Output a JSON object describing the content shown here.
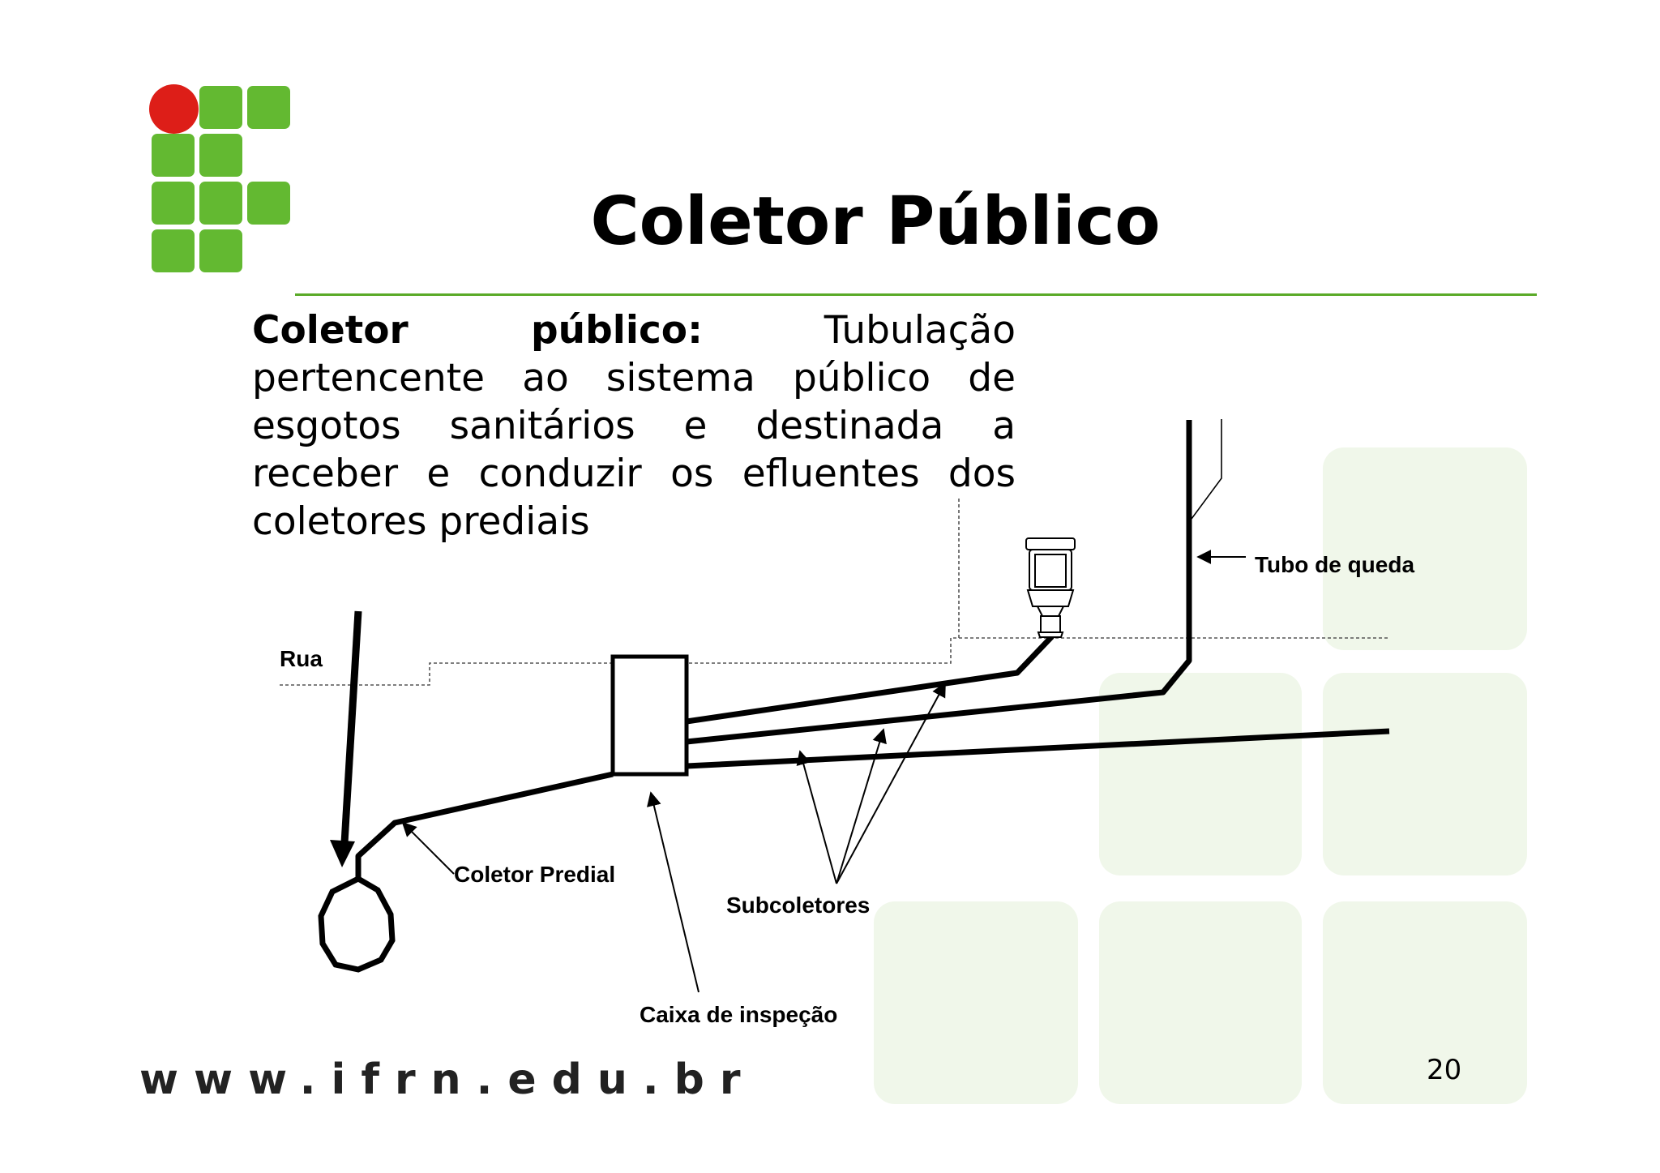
{
  "slide": {
    "title": "Coletor Público",
    "definition_term": "Coletor público:",
    "definition_text": "Tubulação pertencente ao sistema público de esgotos sanitários e destinada a receber e conduzir os efluentes dos coletores prediais",
    "website": "www.ifrn.edu.br",
    "page_number": "20"
  },
  "diagram": {
    "labels": {
      "street": "Rua",
      "downpipe": "Tubo de queda",
      "building_sewer": "Coletor Predial",
      "sub_collectors": "Subcoletores",
      "inspection_box": "Caixa de inspeção"
    }
  },
  "colors": {
    "logo_green": "#63b931",
    "logo_red": "#dd1e18",
    "rule_green": "#5aaa28",
    "background_squares": "#f0f7ea"
  }
}
